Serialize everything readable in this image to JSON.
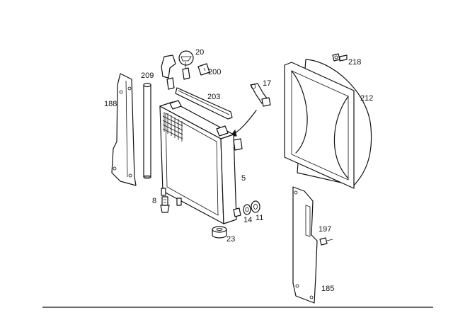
{
  "diagram": {
    "labels": {
      "p20": "20",
      "p200": "200",
      "p209": "209",
      "p203": "203",
      "p188": "188",
      "p17": "17",
      "p218": "218",
      "p212": "212",
      "p5": "5",
      "p8": "8",
      "p14": "14",
      "p11": "11",
      "p23": "23",
      "p197": "197",
      "p185": "185"
    }
  }
}
